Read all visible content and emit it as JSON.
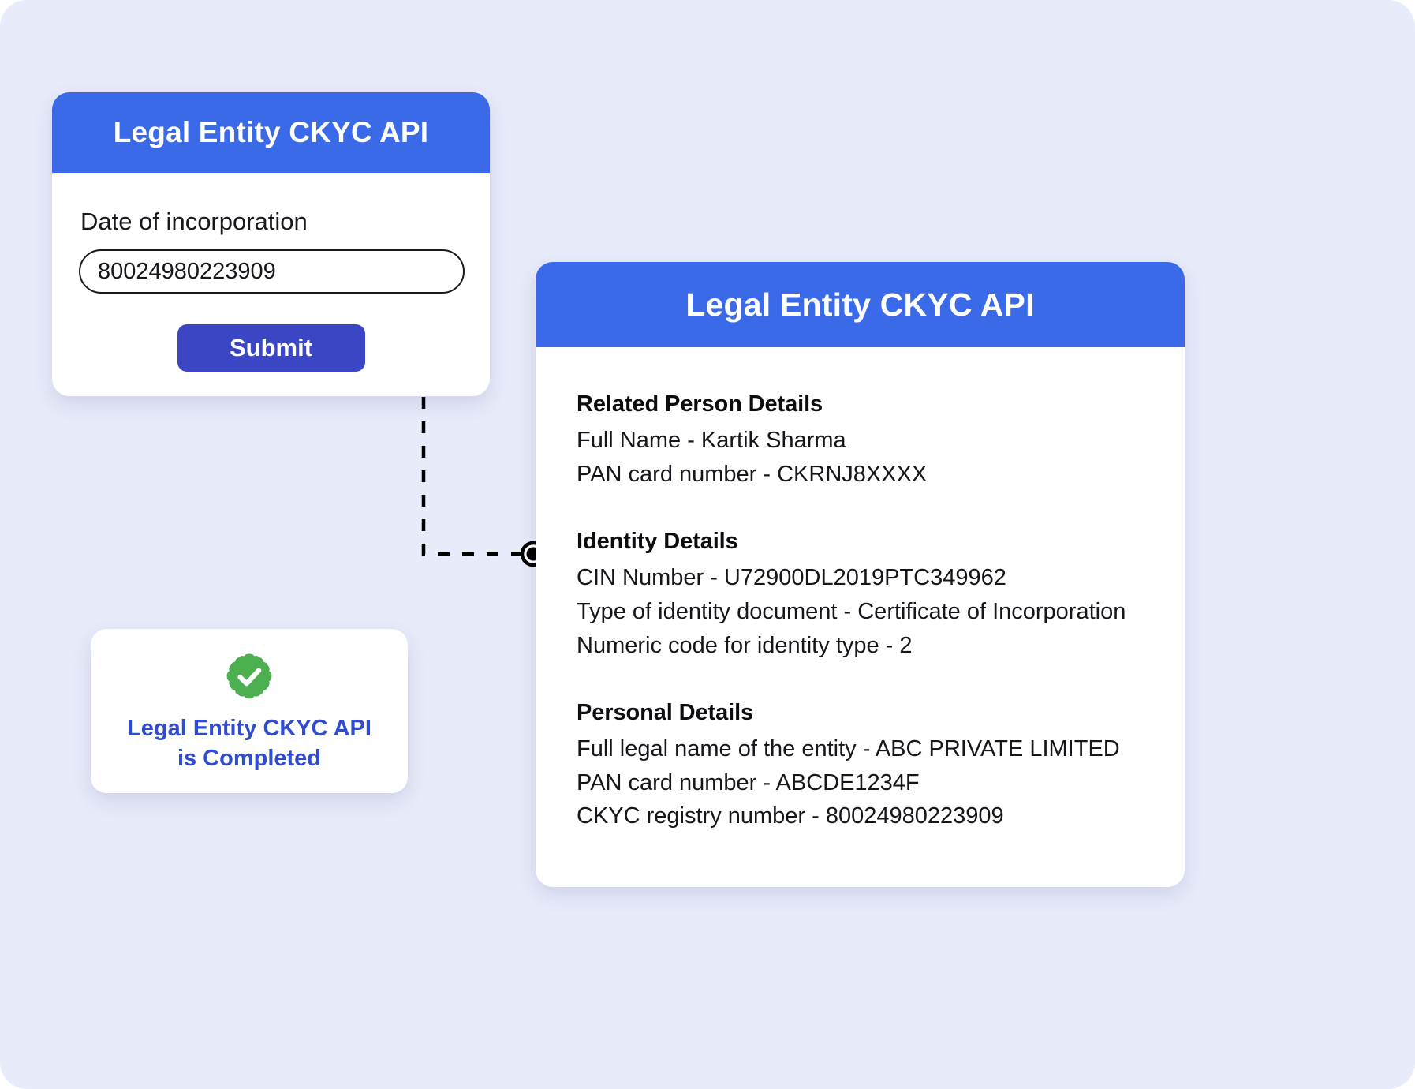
{
  "form_card": {
    "title": "Legal Entity CKYC API",
    "field_label": "Date of incorporation",
    "field_value": "80024980223909",
    "field_placeholder": "Date of incorporation",
    "submit_label": "Submit"
  },
  "result_card": {
    "title": "Legal Entity CKYC API",
    "sections": [
      {
        "heading": "Related Person Details",
        "lines": [
          "Full Name - Kartik Sharma",
          "PAN card number - CKRNJ8XXXX"
        ]
      },
      {
        "heading": "Identity Details",
        "lines": [
          "CIN Number - U72900DL2019PTC349962",
          "Type of identity document - Certificate of Incorporation",
          "Numeric code for identity type - 2"
        ]
      },
      {
        "heading": "Personal Details",
        "lines": [
          "Full legal name of the entity - ABC PRIVATE LIMITED",
          "PAN card number - ABCDE1234F",
          "CKYC registry number - 80024980223909"
        ]
      }
    ]
  },
  "completion_card": {
    "icon": "green-check-badge-icon",
    "line1": "Legal Entity CKYC API",
    "line2": "is Completed"
  },
  "colors": {
    "background": "#e8ebfa",
    "header_blue": "#3b6ae8",
    "button_blue": "#3b46c4",
    "completion_text_blue": "#2f4bd0",
    "success_green": "#4caf50",
    "connector_black": "#000000",
    "card_white": "#ffffff"
  }
}
